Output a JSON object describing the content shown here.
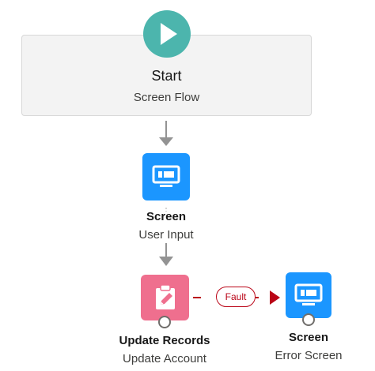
{
  "start": {
    "title": "Start",
    "subtitle": "Screen Flow"
  },
  "nodes": [
    {
      "title": "Screen",
      "subtitle": "User Input",
      "icon": "screen-icon",
      "color": "#1b96ff"
    },
    {
      "title": "Update Records",
      "subtitle": "Update Account",
      "icon": "update-records-icon",
      "color": "#ef6f8e"
    },
    {
      "title": "Screen",
      "subtitle": "Error Screen",
      "icon": "screen-icon",
      "color": "#1b96ff"
    }
  ],
  "fault": {
    "label": "Fault"
  },
  "colors": {
    "start_accent": "#4cb5ad",
    "screen_tile": "#1b96ff",
    "update_tile": "#ef6f8e",
    "fault": "#ba0517",
    "connector": "#939393"
  }
}
